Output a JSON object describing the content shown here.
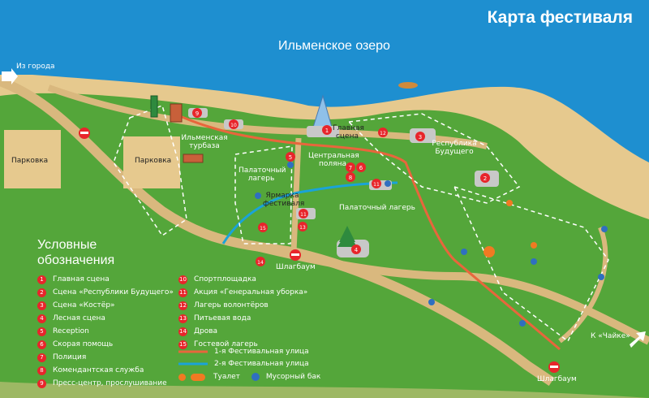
{
  "title": "Карта фестиваля",
  "lake_name": "Ильменское озеро",
  "places": {
    "from_city": "Из города",
    "parking_1": "Парковка",
    "parking_2": "Парковка",
    "tourbase": "Ильменская турбаза",
    "main_stage": "Главная сцена",
    "republic": "Республика Будущего",
    "central_glade": "Центральная поляна",
    "tent_camp_1": "Палаточный лагерь",
    "tent_camp_2": "Палаточный лагерь",
    "fair": "Ярмарка фестиваля",
    "barrier_1": "Шлагбаум",
    "barrier_2": "Шлагбаум",
    "to_chaika": "К «Чайке»"
  },
  "legend": {
    "title_line1": "Условные",
    "title_line2": "обозначения",
    "items": [
      {
        "num": "1",
        "label": "Главная сцена"
      },
      {
        "num": "2",
        "label": "Сцена «Республики Будущего»"
      },
      {
        "num": "3",
        "label": "Сцена «Костёр»"
      },
      {
        "num": "4",
        "label": "Лесная сцена"
      },
      {
        "num": "5",
        "label": "Reception"
      },
      {
        "num": "6",
        "label": "Скорая помощь"
      },
      {
        "num": "7",
        "label": "Полиция"
      },
      {
        "num": "8",
        "label": "Комендантская служба"
      },
      {
        "num": "9",
        "label": "Пресс-центр, прослушивание"
      },
      {
        "num": "10",
        "label": "Спортплощадка"
      },
      {
        "num": "11",
        "label": "Акция «Генеральная уборка»"
      },
      {
        "num": "12",
        "label": "Лагерь волонтёров"
      },
      {
        "num": "13",
        "label": "Питьевая вода"
      },
      {
        "num": "14",
        "label": "Дрова"
      },
      {
        "num": "15",
        "label": "Гостевой лагерь"
      }
    ],
    "street_1": "1-я Фестивальная улица",
    "street_2": "2-я Фестивальная улица",
    "toilet": "Туалет",
    "bin": "Мусорный бак"
  },
  "markers": [
    "1",
    "2",
    "3",
    "4",
    "5",
    "6",
    "7",
    "8",
    "9",
    "10",
    "11",
    "12",
    "13",
    "14",
    "15"
  ],
  "colors": {
    "water": "#1e8fd0",
    "sand": "#e6c98e",
    "grass": "#54a63a",
    "road": "#d9b87e",
    "street_1": "#e8663c",
    "street_2": "#1aa3d8",
    "marker": "#e8252b",
    "toilet": "#f07a22",
    "bin": "#2f6fc0"
  }
}
